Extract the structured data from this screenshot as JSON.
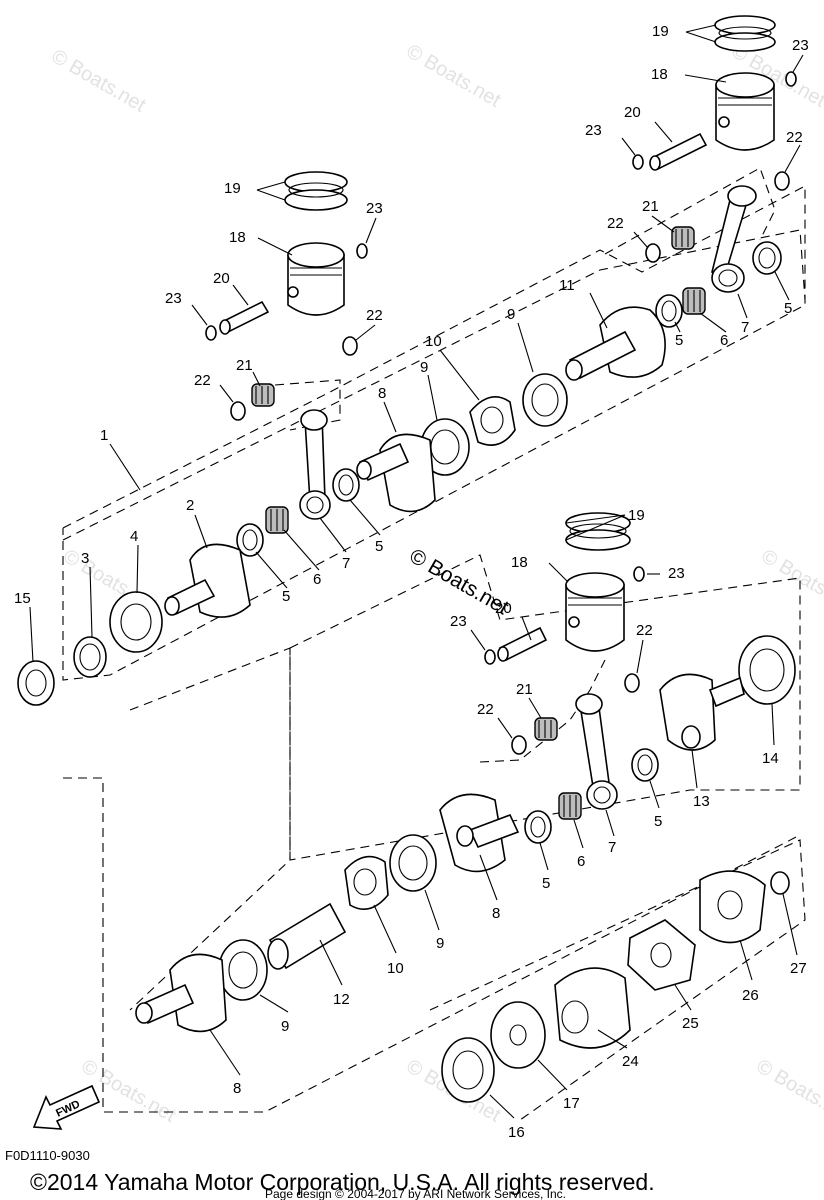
{
  "figure_code": "F0D1110-9030",
  "copyright": "©2014 Yamaha Motor Corporation, U.S.A. All rights reserved.",
  "page_credit": "Page design © 2004-2017 by ARI Network Services, Inc.",
  "watermark": "© Boats.net",
  "fwd_label": "FWD",
  "callouts": {
    "c1": "1",
    "c2": "2",
    "c3": "3",
    "c4": "4",
    "c5": "5",
    "c6": "6",
    "c7": "7",
    "c8": "8",
    "c9": "9",
    "c10": "10",
    "c11": "11",
    "c12": "12",
    "c13": "13",
    "c14": "14",
    "c15": "15",
    "c16": "16",
    "c17": "17",
    "c18": "18",
    "c19": "19",
    "c20": "20",
    "c21": "21",
    "c22": "22",
    "c23": "23",
    "c24": "24",
    "c25": "25",
    "c26": "26",
    "c27": "27"
  }
}
